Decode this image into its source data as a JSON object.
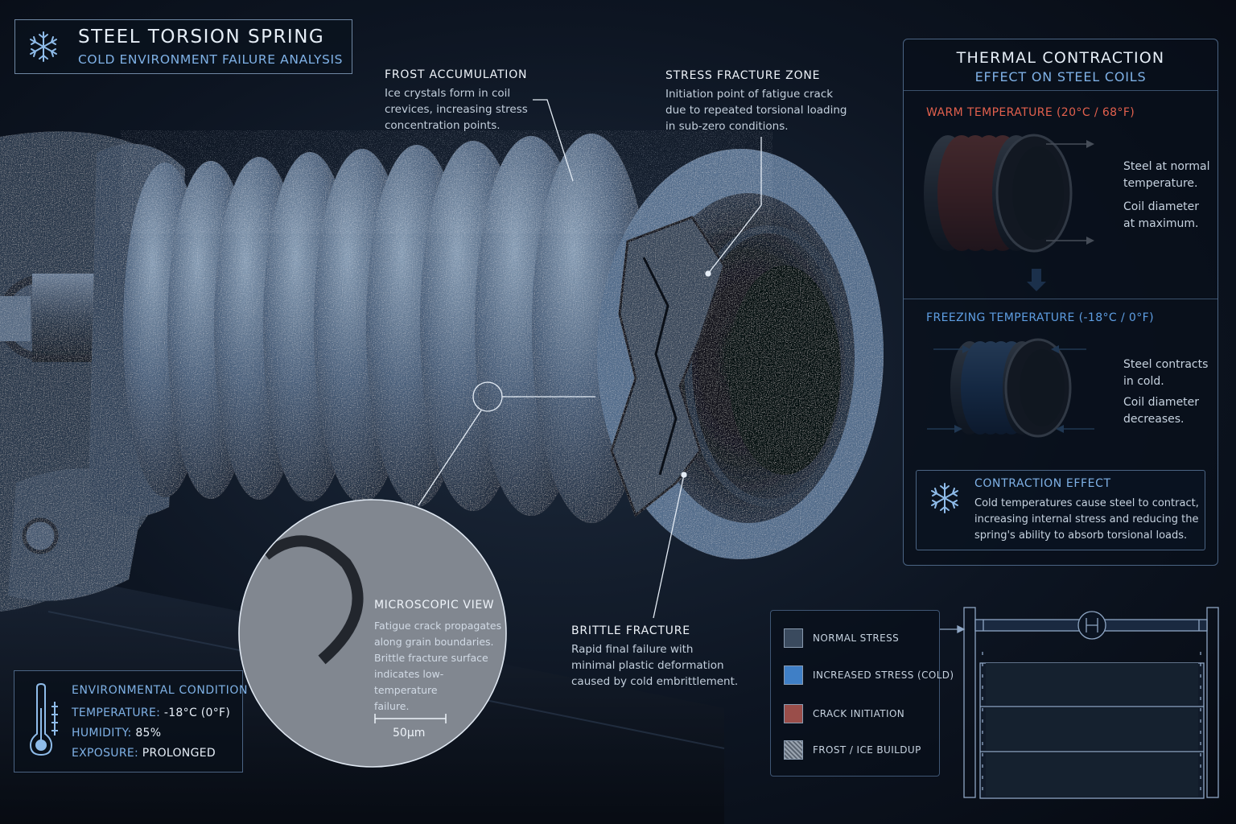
{
  "header": {
    "title": "STEEL TORSION SPRING",
    "subtitle": "COLD ENVIRONMENT FAILURE ANALYSIS",
    "icon": "snowflake-icon"
  },
  "callouts": {
    "frost": {
      "heading": "FROST ACCUMULATION",
      "lines": [
        "Ice crystals form in coil",
        "crevices, increasing stress",
        "concentration points."
      ]
    },
    "stress": {
      "heading": "STRESS FRACTURE ZONE",
      "lines": [
        "Initiation point of fatigue crack",
        "due to repeated torsional loading",
        "in sub-zero conditions."
      ]
    },
    "brittle": {
      "heading": "BRITTLE FRACTURE",
      "lines": [
        "Rapid final failure with",
        "minimal plastic deformation",
        "caused by cold embrittlement."
      ]
    }
  },
  "microscopic": {
    "heading": "MICROSCOPIC VIEW",
    "lines": [
      "Fatigue crack propagates",
      "along grain boundaries.",
      "Brittle fracture surface",
      "indicates low-temperature",
      "failure."
    ],
    "scale": "50µm"
  },
  "thermal_panel": {
    "title": "THERMAL CONTRACTION",
    "subtitle": "EFFECT ON STEEL COILS",
    "warm": {
      "label": "WARM TEMPERATURE (20°C / 68°F)",
      "note1": [
        "Steel at normal",
        "temperature."
      ],
      "note2": [
        "Coil diameter",
        "at maximum."
      ]
    },
    "cold": {
      "label": "FREEZING TEMPERATURE (-18°C / 0°F)",
      "note1": [
        "Steel contracts",
        "in cold."
      ],
      "note2": [
        "Coil diameter",
        "decreases."
      ]
    },
    "effect": {
      "title": "CONTRACTION EFFECT",
      "lines": [
        "Cold temperatures cause steel to contract,",
        "increasing internal stress and reducing the",
        "spring's ability to absorb torsional loads."
      ]
    }
  },
  "environment": {
    "title": "ENVIRONMENTAL CONDITION",
    "rows": [
      {
        "key": "TEMPERATURE:",
        "value": "-18°C (0°F)"
      },
      {
        "key": "HUMIDITY:",
        "value": "85%"
      },
      {
        "key": "EXPOSURE:",
        "value": "PROLONGED"
      }
    ],
    "icon": "thermometer-icon"
  },
  "legend": [
    {
      "label": "NORMAL STRESS",
      "color": "#3a4a5e"
    },
    {
      "label": "INCREASED STRESS (COLD)",
      "color": "#3f7fc6"
    },
    {
      "label": "CRACK INITIATION",
      "color": "#9a4e4a"
    },
    {
      "label": "FROST / ICE BUILDUP",
      "color": "#7e8894"
    }
  ],
  "colors": {
    "accent_blue": "#7fb1e6",
    "warm_red": "#e2604d",
    "cold_blue": "#5e9ee3",
    "steel": "#4d6480"
  }
}
